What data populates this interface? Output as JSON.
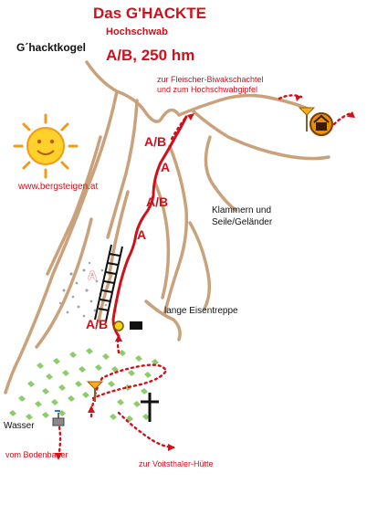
{
  "title": "Das G'HACKTE",
  "subtitle": "Hochschwab",
  "grade_length": "A/B, 250 hm",
  "peak_name": "G´hacktkogel",
  "website": "www.bergsteigen.at",
  "labels": {
    "upper_route": "zur Fleischer-Biwakschachtel\nund zum Hochschwabgipfel",
    "clamps": "Klammern und\nSeile/Geländer",
    "ladder": "lange Eisentreppe",
    "water": "Wasser",
    "from": "vom Bodenbauer",
    "to": "zur Voitsthaler-Hütte"
  },
  "grades": {
    "top": "A/B",
    "upper": "A",
    "middle": "A/B",
    "lower": "A",
    "ladder_side": "A",
    "start": "A/B"
  },
  "colors": {
    "route": "#d0101a",
    "ridge": "#c9a27c",
    "meadow": "#8ccc6a",
    "sun": "#f29a1a"
  },
  "icons": [
    "sun-icon",
    "hut-icon",
    "summit-cross-icon",
    "ladder-icon",
    "signpost-icon",
    "water-icon"
  ]
}
